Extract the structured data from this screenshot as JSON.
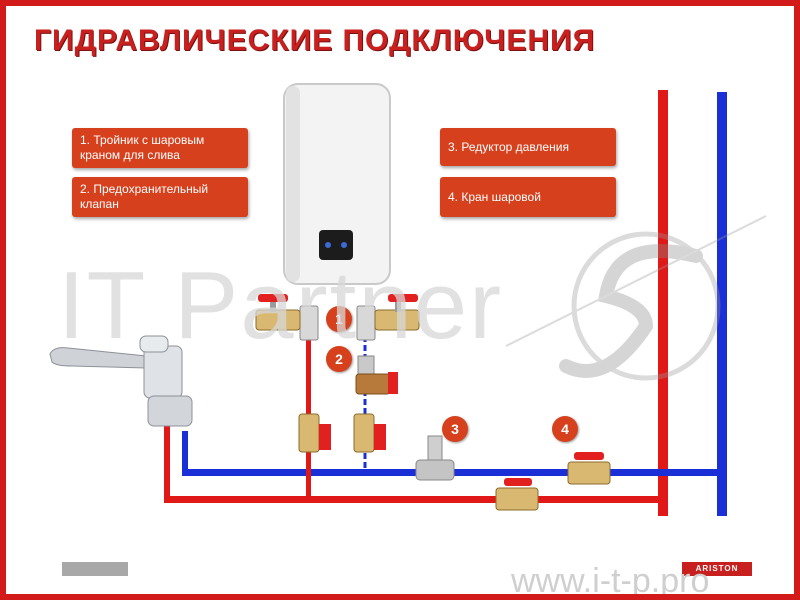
{
  "title": "ГИДРАВЛИЧЕСКИЕ ПОДКЛЮЧЕНИЯ",
  "callouts": [
    {
      "text": "1. Тройник с шаровым краном для слива"
    },
    {
      "text": "2. Предохранительный клапан"
    },
    {
      "text": "3. Редуктор давления"
    },
    {
      "text": "4. Кран шаровой"
    }
  ],
  "badges": [
    "1",
    "2",
    "3",
    "4"
  ],
  "brand": "ARISTON",
  "watermark": {
    "name": "IT Partner",
    "url": "www.i-t-p.pro"
  },
  "colors": {
    "accent": "#d6401d",
    "hot_pipe": "#e01818",
    "cold_pipe": "#1a2fd6",
    "border": "#d31a1a"
  }
}
